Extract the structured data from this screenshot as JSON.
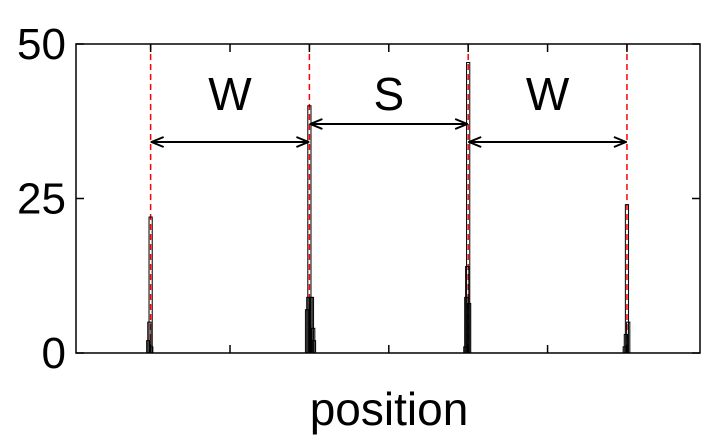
{
  "chart_data": {
    "type": "bar",
    "title": "",
    "xlabel": "position",
    "ylabel": "",
    "ylim": [
      0,
      50
    ],
    "yticks": [
      0,
      25,
      50
    ],
    "grid": false,
    "colors": {
      "bars": "#000000",
      "markers": "#ff0000",
      "axes": "#000000"
    },
    "marker_positions": [
      1,
      2,
      3,
      4
    ],
    "segments": [
      {
        "label": "W",
        "from": 1,
        "to": 2
      },
      {
        "label": "S",
        "from": 2,
        "to": 3
      },
      {
        "label": "W",
        "from": 3,
        "to": 4
      }
    ],
    "xlim": [
      0.53,
      4.46
    ],
    "series": [
      {
        "values": [
          {
            "x": 0.985,
            "y": 2
          },
          {
            "x": 0.992,
            "y": 5
          },
          {
            "x": 1.0,
            "y": 22
          },
          {
            "x": 1.004,
            "y": 1
          },
          {
            "x": 1.985,
            "y": 7
          },
          {
            "x": 1.993,
            "y": 9
          },
          {
            "x": 2.0,
            "y": 40
          },
          {
            "x": 2.008,
            "y": 9
          },
          {
            "x": 2.016,
            "y": 9
          },
          {
            "x": 2.024,
            "y": 4
          },
          {
            "x": 2.029,
            "y": 2
          },
          {
            "x": 2.982,
            "y": 1
          },
          {
            "x": 2.988,
            "y": 9
          },
          {
            "x": 2.994,
            "y": 14
          },
          {
            "x": 3.0,
            "y": 47
          },
          {
            "x": 3.006,
            "y": 8
          },
          {
            "x": 3.986,
            "y": 1
          },
          {
            "x": 3.993,
            "y": 3
          },
          {
            "x": 4.0,
            "y": 24
          },
          {
            "x": 4.008,
            "y": 5
          }
        ]
      }
    ]
  }
}
